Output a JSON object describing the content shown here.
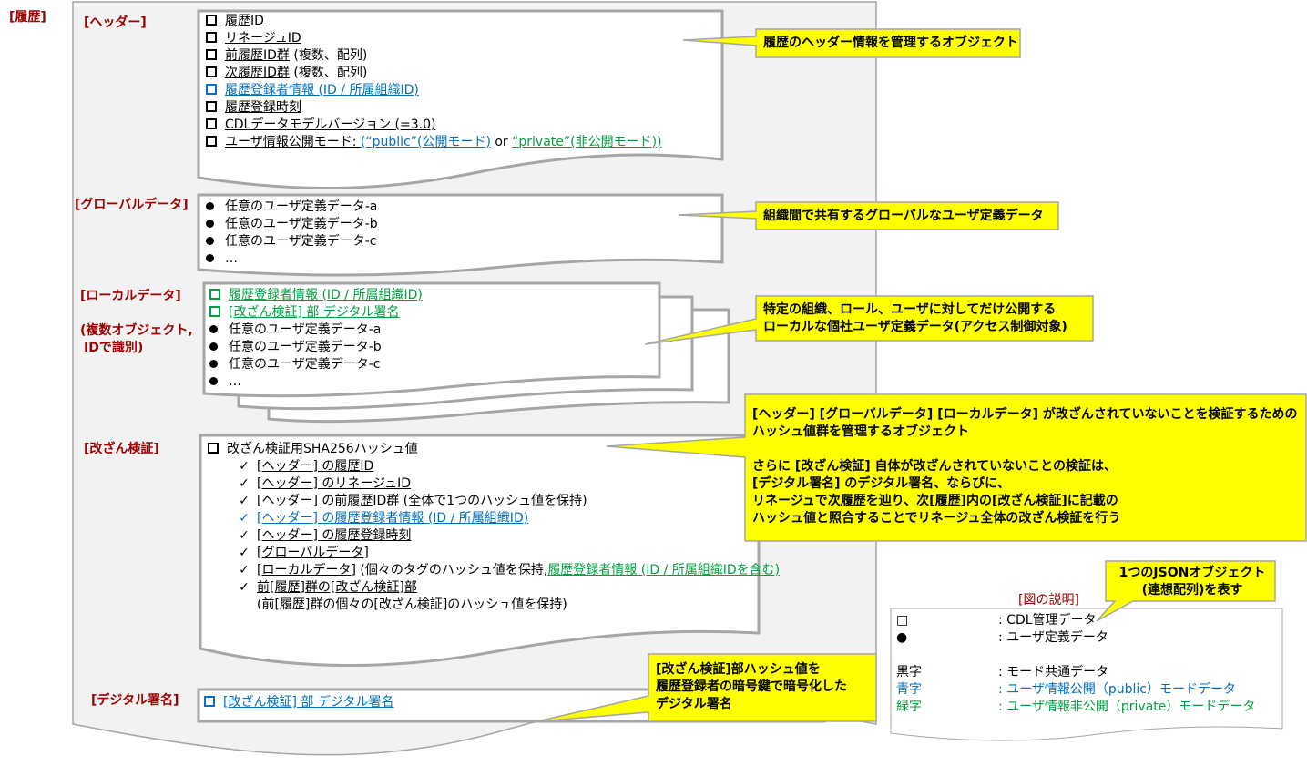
{
  "outer_label": "[履歴]",
  "header": {
    "label": "[ヘッダー]",
    "items": [
      "履歴ID",
      "リネージュID",
      "前履歴ID群",
      " (複数、配列)",
      "次履歴ID群",
      " (複数、配列)",
      "履歴登録者情報 (ID / 所属組織ID)",
      "履歴登録時刻",
      "CDLデータモデルバージョン (=3.0)",
      "ユーザ情報公開モード: ",
      "(“public”(公開モード)",
      " or ",
      "“private”(非公開モード))"
    ],
    "callout": "履歴のヘッダー情報を管理するオブジェクト"
  },
  "global": {
    "label": "[グローバルデータ]",
    "items": [
      "任意のユーザ定義データ-a",
      "任意のユーザ定義データ-b",
      "任意のユーザ定義データ-c",
      "…"
    ],
    "callout": "組織間で共有するグローバルなユーザ定義データ"
  },
  "local": {
    "label": "[ローカルデータ]",
    "label2": "(複数オブジェクト,",
    "label3": "IDで識別)",
    "items": [
      "履歴登録者情報 (ID / 所属組織ID)",
      "[改ざん検証] 部 デジタル署名",
      "任意のユーザ定義データ-a",
      "任意のユーザ定義データ-b",
      "任意のユーザ定義データ-c",
      "…"
    ],
    "callout1": "特定の組織、ロール、ユーザに対してだけ公開する",
    "callout2": "ローカルな個社ユーザ定義データ(アクセス制御対象)"
  },
  "verify": {
    "label": "[改ざん検証]",
    "title": "改ざん検証用SHA256ハッシュ値",
    "items": [
      "[ヘッダー] の履歴ID",
      "[ヘッダー] のリネージュID",
      "[ヘッダー] の前履歴ID群",
      " (全体で1つのハッシュ値を保持)",
      "[ヘッダー] の履歴登録者情報 (ID / 所属組織ID)",
      "[ヘッダー] の履歴登録時刻",
      "[グローバルデータ]",
      "[ローカルデータ]",
      " (個々のタグのハッシュ値を保持,",
      "履歴登録者情報 (ID / 所属組織IDを含む)",
      "前[履歴]群の[改ざん検証]部",
      "(前[履歴]群の個々の[改ざん検証]のハッシュ値を保持)"
    ],
    "callout": [
      "[ヘッダー] [グローバルデータ] [ローカルデータ] が改ざんされていないことを検証するための",
      "ハッシュ値群を管理するオブジェクト",
      "",
      "さらに [改ざん検証] 自体が改ざんされていないことの検証は、",
      "[デジタル署名] のデジタル署名、ならびに、",
      "リネージュで次履歴を辿り、次[履歴]内の[改ざん検証]に記載の",
      "ハッシュ値と照合することでリネージュ全体の改ざん検証を行う"
    ]
  },
  "signature": {
    "label": "[デジタル署名]",
    "item": "[改ざん検証] 部 デジタル署名",
    "callout": [
      "[改ざん検証]部ハッシュ値を",
      "履歴登録者の暗号鍵で暗号化した",
      "デジタル署名"
    ]
  },
  "legend": {
    "title": "[図の説明]",
    "json_callout": [
      "1つのJSONオブジェクト",
      "(連想配列)を表す"
    ],
    "rows": [
      {
        "key": "□",
        "desc": ": CDL管理データ"
      },
      {
        "key": "●",
        "desc": ": ユーザ定義データ"
      },
      {
        "key": "黒字",
        "desc": ": モード共通データ"
      },
      {
        "key": "青字",
        "desc": ": ユーザ情報公開（public）モードデータ"
      },
      {
        "key": "緑字",
        "desc": ": ユーザ情報非公開（private）モードデータ"
      }
    ]
  },
  "colors": {
    "label_red": "#a00000",
    "callout_yellow": "#ffff00",
    "blue": "#0070c0",
    "green": "#00a040",
    "page_gray": "#f2f2f2"
  }
}
